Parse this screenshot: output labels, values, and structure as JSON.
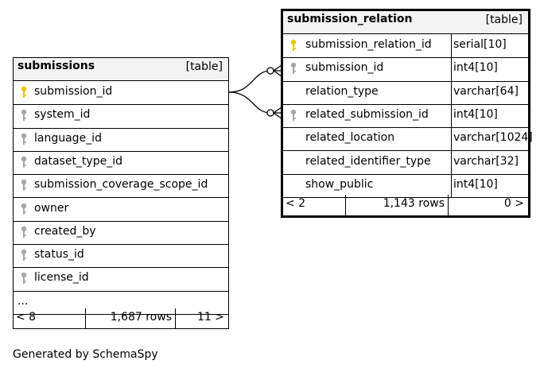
{
  "tables": {
    "submissions": {
      "name": "submissions",
      "kind": "[table]",
      "columns": [
        {
          "name": "submission_id",
          "key": "primary"
        },
        {
          "name": "system_id",
          "key": "foreign"
        },
        {
          "name": "language_id",
          "key": "foreign"
        },
        {
          "name": "dataset_type_id",
          "key": "foreign"
        },
        {
          "name": "submission_coverage_scope_id",
          "key": "foreign"
        },
        {
          "name": "owner",
          "key": "foreign"
        },
        {
          "name": "created_by",
          "key": "foreign"
        },
        {
          "name": "status_id",
          "key": "foreign"
        },
        {
          "name": "license_id",
          "key": "foreign"
        },
        {
          "name": "...",
          "key": "none"
        }
      ],
      "footer": {
        "parents": "< 8",
        "rows": "1,687 rows",
        "children": "11 >"
      }
    },
    "submission_relation": {
      "name": "submission_relation",
      "kind": "[table]",
      "columns": [
        {
          "name": "submission_relation_id",
          "type": "serial[10]",
          "key": "primary"
        },
        {
          "name": "submission_id",
          "type": "int4[10]",
          "key": "foreign"
        },
        {
          "name": "relation_type",
          "type": "varchar[64]",
          "key": "none"
        },
        {
          "name": "related_submission_id",
          "type": "int4[10]",
          "key": "foreign"
        },
        {
          "name": "related_location",
          "type": "varchar[1024]",
          "key": "none"
        },
        {
          "name": "related_identifier_type",
          "type": "varchar[32]",
          "key": "none"
        },
        {
          "name": "show_public",
          "type": "int4[10]",
          "key": "none"
        }
      ],
      "footer": {
        "parents": "< 2",
        "rows": "1,143 rows",
        "children": "0 >"
      }
    }
  },
  "relationships": [
    {
      "from": "submissions.submission_id",
      "to": "submission_relation.submission_id"
    },
    {
      "from": "submissions.submission_id",
      "to": "submission_relation.related_submission_id"
    }
  ],
  "colors": {
    "primary_key": "#e6c800",
    "foreign_key": "#a6a6a6",
    "header_bg": "#f3f3f3"
  },
  "caption": "Generated by SchemaSpy"
}
